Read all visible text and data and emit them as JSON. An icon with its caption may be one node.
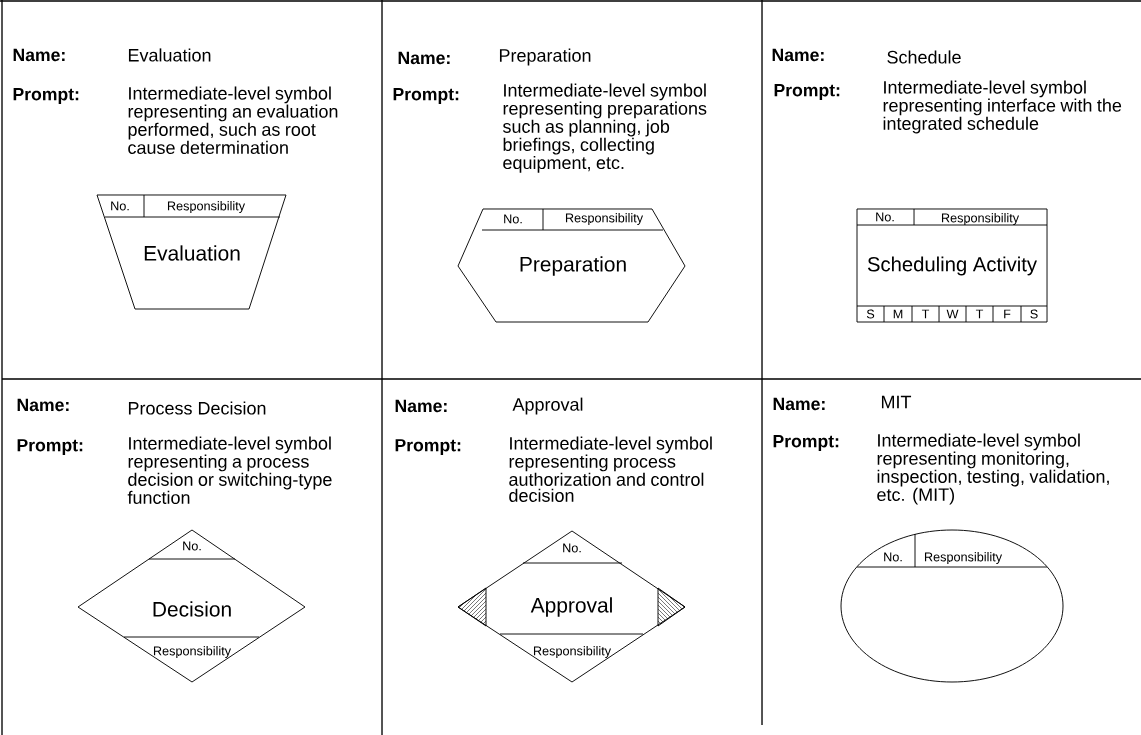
{
  "diagram": {
    "nodes": [
      {
        "text": [
          "No.",
          "Responsibility",
          "Evaluation"
        ]
      },
      {
        "text": [
          "No.",
          "Responsibility",
          "Preparation"
        ]
      },
      {
        "text": [
          "No.",
          "Responsibility",
          "Scheduling Activity",
          "S",
          "M",
          "T",
          "W",
          "T",
          "F",
          "S"
        ]
      },
      {
        "text": [
          "No.",
          "Decision",
          "Responsibility"
        ]
      },
      {
        "text": [
          "No.",
          "Approval",
          "Responsibility"
        ]
      },
      {
        "text": [
          "No.",
          "Responsibility"
        ]
      }
    ],
    "labels": [
      "Name:",
      "Evaluation",
      "Prompt:",
      "Intermediate-level symbol representing an evaluation performed, such as root cause determination",
      "Name:",
      "Preparation",
      "Prompt:",
      "Intermediate-level symbol representing preparations such as planning, job briefings, collecting equipment, etc.",
      "Name:",
      "Schedule",
      "Prompt:",
      "Intermediate-level symbol representing interface with the integrated schedule",
      "Name:",
      "Process Decision",
      "Prompt:",
      "Intermediate-level symbol representing a process decision or switching-type function",
      "Name:",
      "Approval",
      "Prompt:",
      "Intermediate-level symbol representing process authorization and control decision",
      "Name:",
      "MIT",
      "Prompt:",
      "Intermediate-level symbol representing monitoring, inspection, testing, validation, etc. (MIT)"
    ]
  }
}
